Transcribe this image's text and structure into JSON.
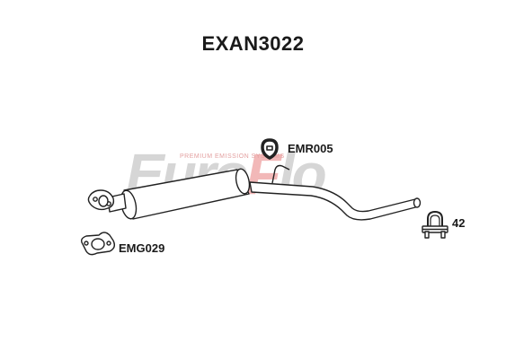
{
  "title": "EXAN3022",
  "watermark": {
    "text_main": "Euro",
    "text_accent": "F",
    "text_end": "lo",
    "tagline": "PREMIUM EMISSION SYSTEMS"
  },
  "parts": {
    "rubber_mount": {
      "label": "EMR005",
      "icon": "rubber-mount-icon"
    },
    "clamp": {
      "label": "42",
      "icon": "u-clamp-icon"
    },
    "gasket": {
      "label": "EMG029",
      "icon": "gasket-icon"
    }
  },
  "colors": {
    "line": "#222222",
    "watermark_grey": "#d6d6d6",
    "watermark_red": "#f2b8b8"
  }
}
